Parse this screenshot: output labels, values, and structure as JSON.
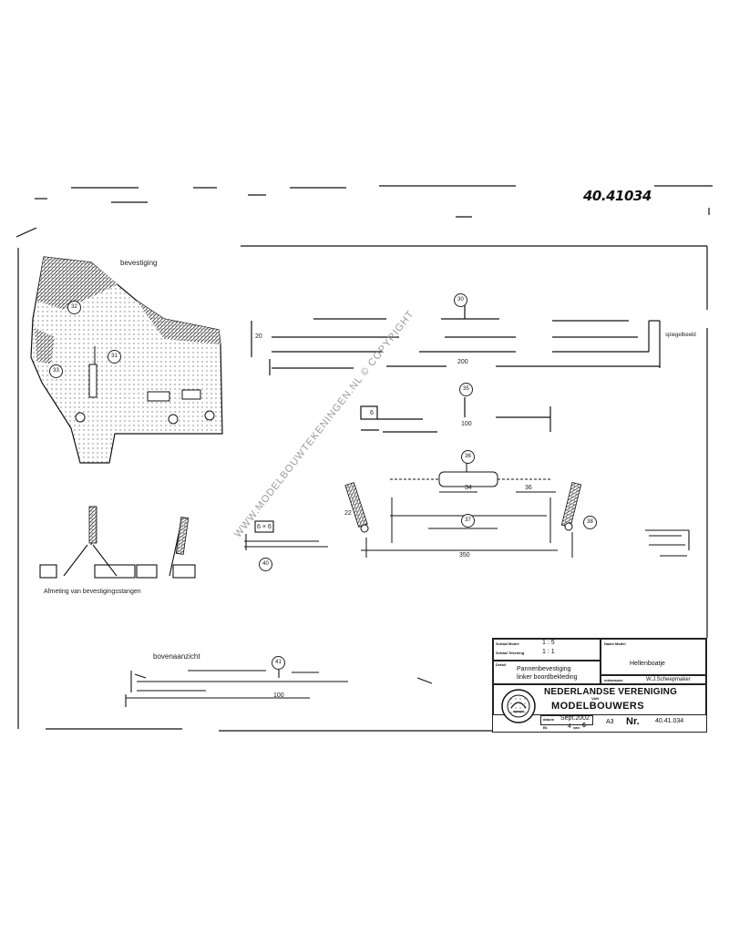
{
  "drawing": {
    "handwritten_number": "40.41034",
    "watermark": "WWW.MODELBOUWTEKENINGEN.NL © COPYRIGHT",
    "views": {
      "top_left_label": "bevestiging",
      "middle_left_caption": "Afmeting van bevestigingsstangen",
      "bottom_label": "bovenaanzicht",
      "right_side_label": "spiegelbeeld"
    },
    "callouts": [
      "30",
      "31",
      "32",
      "33",
      "35",
      "36",
      "37",
      "38",
      "40",
      "41"
    ],
    "dimensions": {
      "d_200": "200",
      "d_100": "100",
      "d_350": "350",
      "d_34": "34",
      "d_36": "36",
      "d_22": "22",
      "d_6x6": "6 × 6",
      "d_100b": "100",
      "d_20": "20",
      "d_6": "6"
    }
  },
  "title_block": {
    "scale_label": "Schaal Model",
    "scale_value": "1 : 5",
    "scale_drawing_label": "Schaal Tekening",
    "scale_drawing_value": "1 : 1",
    "detail_label": "Detail",
    "detail_line1": "Pannenbevestiging",
    "detail_line2": "linker boordbekleding",
    "model_label": "Naam Model",
    "model_value": "Hellenboatje",
    "author_label": "ontworpen",
    "author_value": "W.J.Scheepmaker",
    "org_line1": "NEDERLANDSE VERENIGING",
    "org_line2": "VAN",
    "org_line3": "MODELBOUWERS",
    "date_label": "datum",
    "date_value": "Sept.2002",
    "sheet_label": "Bl.",
    "sheet_value": "4",
    "sheet_of": "van",
    "sheet_total": "6",
    "format_value": "A3",
    "nr_label": "Nr.",
    "nr_value": "40.41.034"
  }
}
